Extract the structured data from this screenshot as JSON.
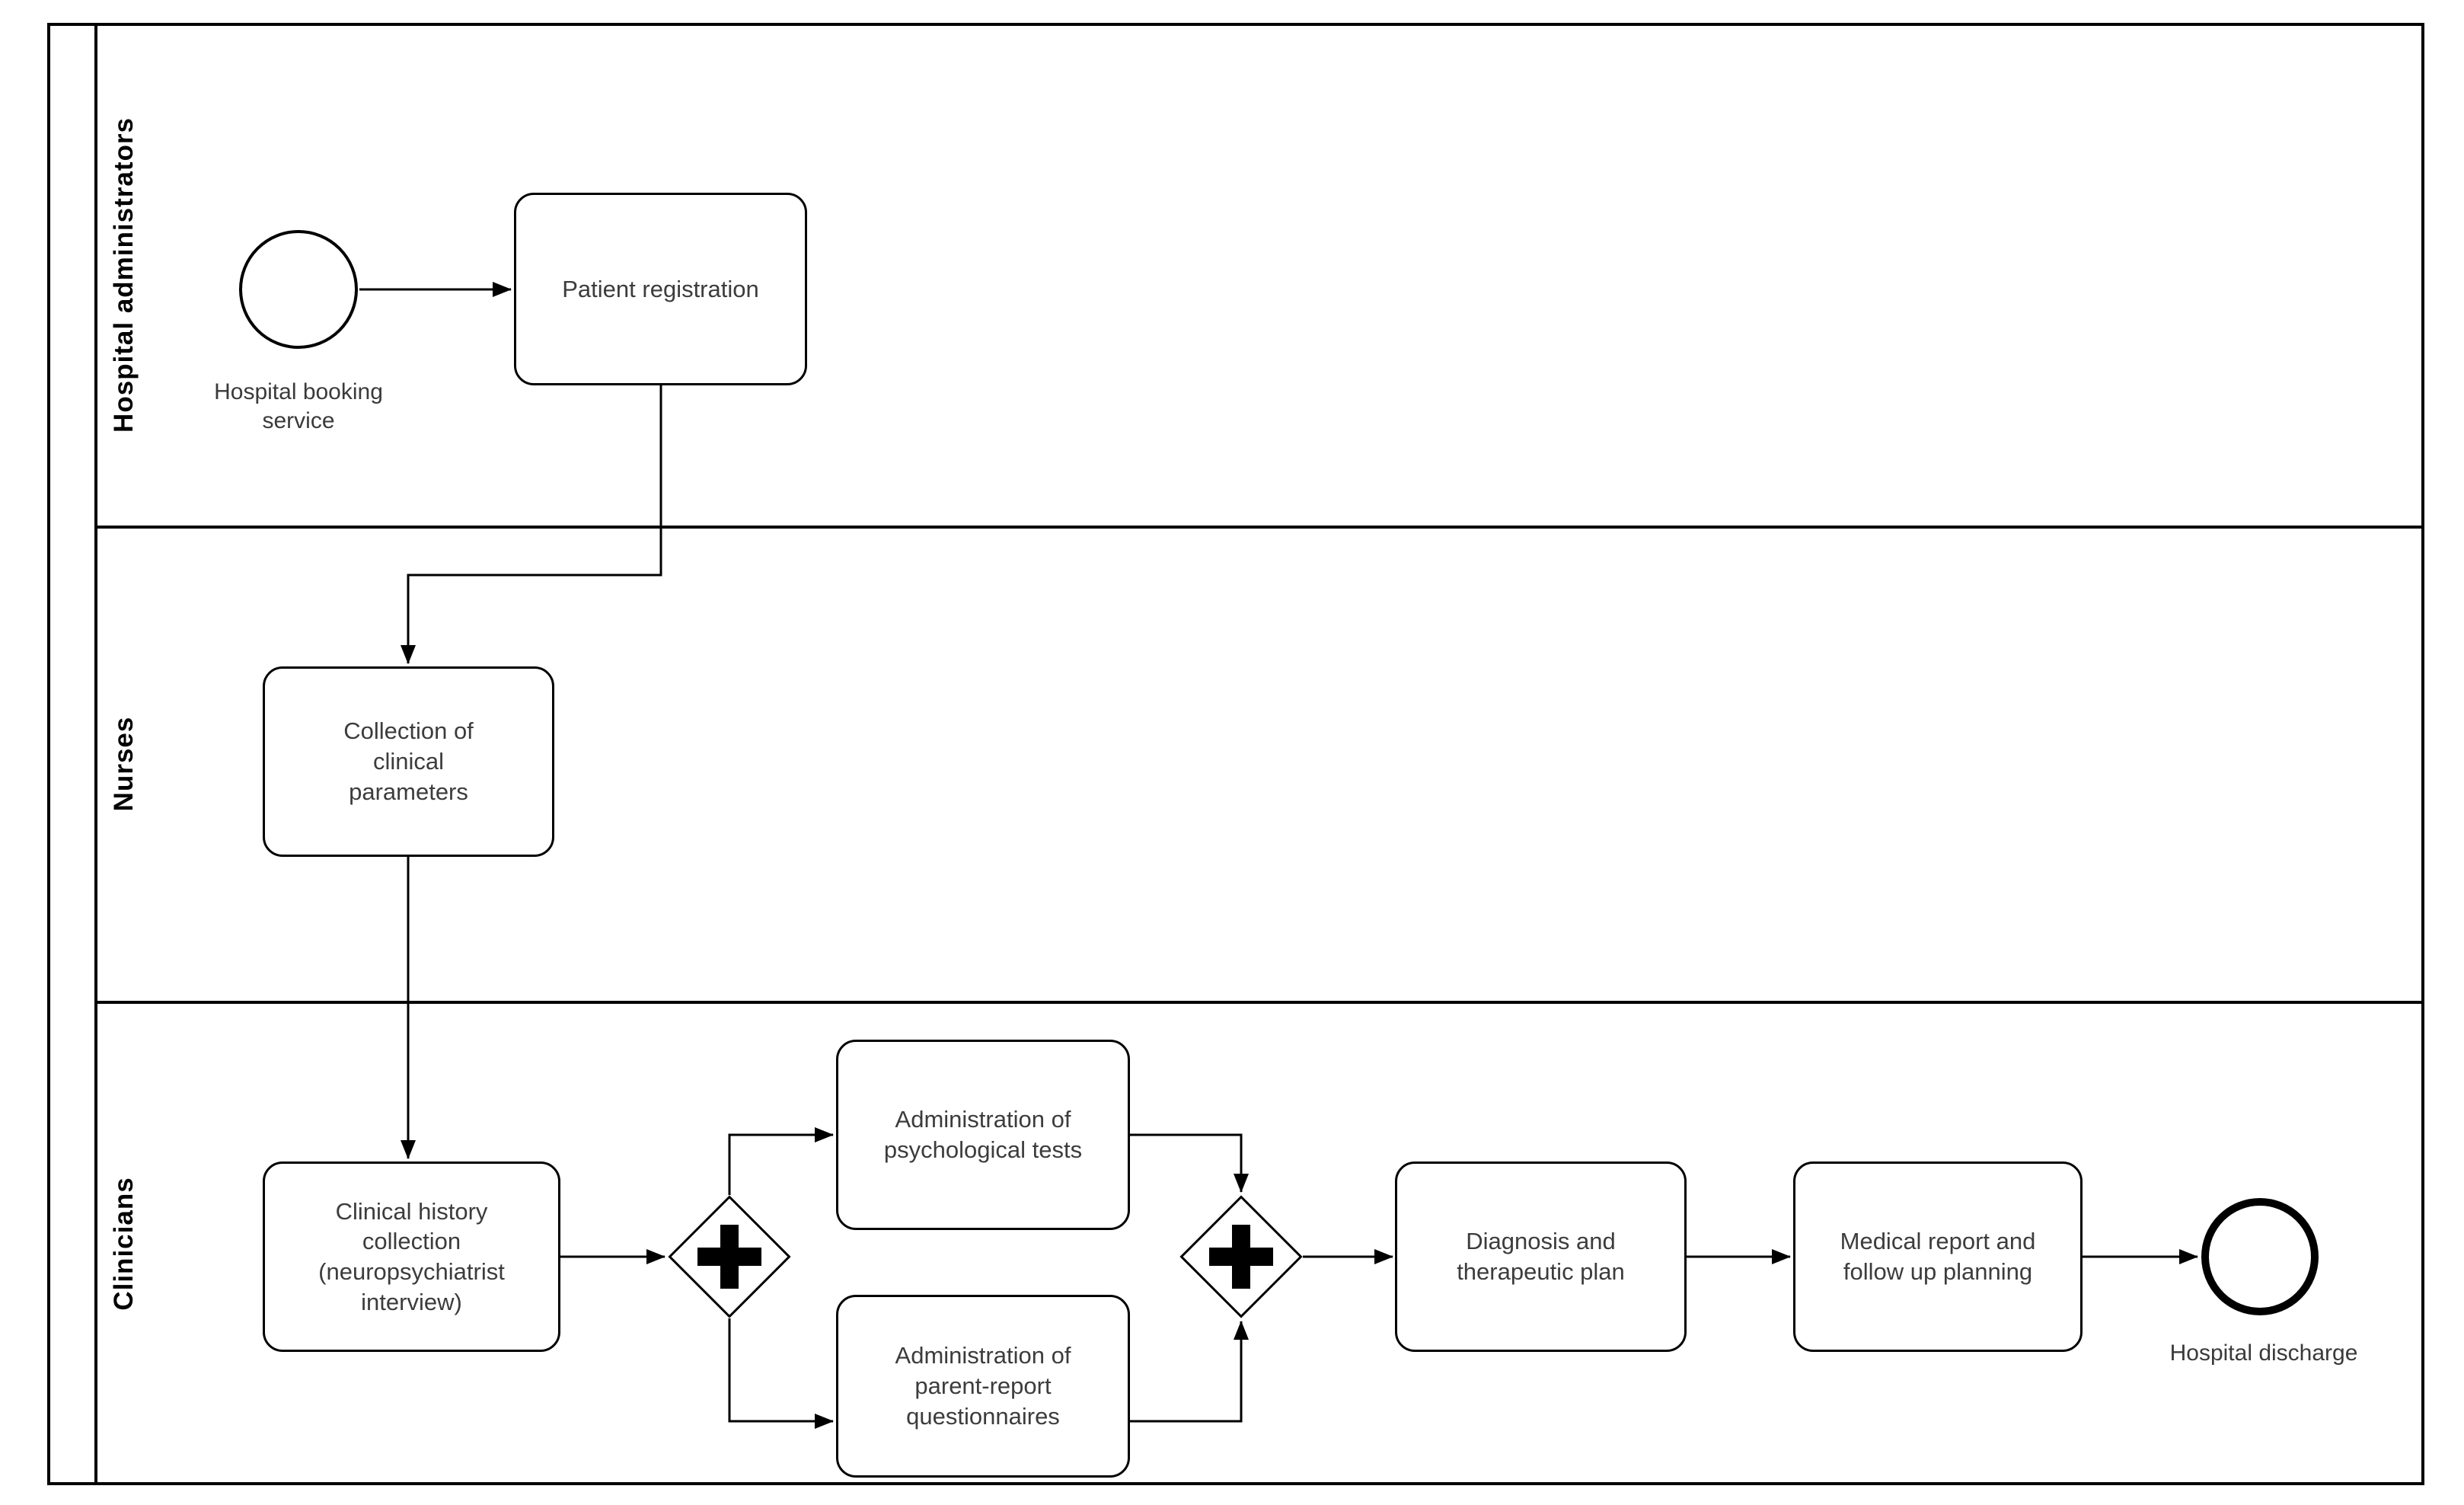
{
  "diagram": {
    "kind": "BPMN swimlane process diagram",
    "lanes": [
      {
        "label": "Hospital administrators"
      },
      {
        "label": "Nurses"
      },
      {
        "label": "Clinicians"
      }
    ],
    "events": {
      "start": {
        "type": "start-event",
        "label": "Hospital booking service"
      },
      "end": {
        "type": "end-event",
        "label": "Hospital discharge"
      }
    },
    "tasks": {
      "patient_registration": {
        "label": "Patient registration",
        "lane": "Hospital administrators"
      },
      "collection_parameters": {
        "label": "Collection of clinical parameters",
        "lane": "Nurses"
      },
      "clinical_history": {
        "label": "Clinical history collection (neuropsychiatrist interview)",
        "lane": "Clinicians"
      },
      "psychological_tests": {
        "label": "Administration of psychological tests",
        "lane": "Clinicians"
      },
      "parent_questionnaires": {
        "label": "Administration of parent-report questionnaires",
        "lane": "Clinicians"
      },
      "diagnosis_plan": {
        "label": "Diagnosis and therapeutic plan",
        "lane": "Clinicians"
      },
      "medical_report": {
        "label": "Medical report and follow up planning",
        "lane": "Clinicians"
      }
    },
    "gateways": {
      "split": {
        "type": "parallel",
        "symbol": "plus"
      },
      "join": {
        "type": "parallel",
        "symbol": "plus"
      }
    },
    "flows": [
      {
        "from": "start-event",
        "to": "patient_registration"
      },
      {
        "from": "patient_registration",
        "to": "collection_parameters"
      },
      {
        "from": "collection_parameters",
        "to": "clinical_history"
      },
      {
        "from": "clinical_history",
        "to": "gateway-split"
      },
      {
        "from": "gateway-split",
        "to": "psychological_tests"
      },
      {
        "from": "gateway-split",
        "to": "parent_questionnaires"
      },
      {
        "from": "psychological_tests",
        "to": "gateway-join"
      },
      {
        "from": "parent_questionnaires",
        "to": "gateway-join"
      },
      {
        "from": "gateway-join",
        "to": "diagnosis_plan"
      },
      {
        "from": "diagnosis_plan",
        "to": "medical_report"
      },
      {
        "from": "medical_report",
        "to": "end-event"
      }
    ],
    "colors": {
      "stroke": "#000000",
      "task_text": "#3c3c3c",
      "background": "#ffffff"
    }
  }
}
